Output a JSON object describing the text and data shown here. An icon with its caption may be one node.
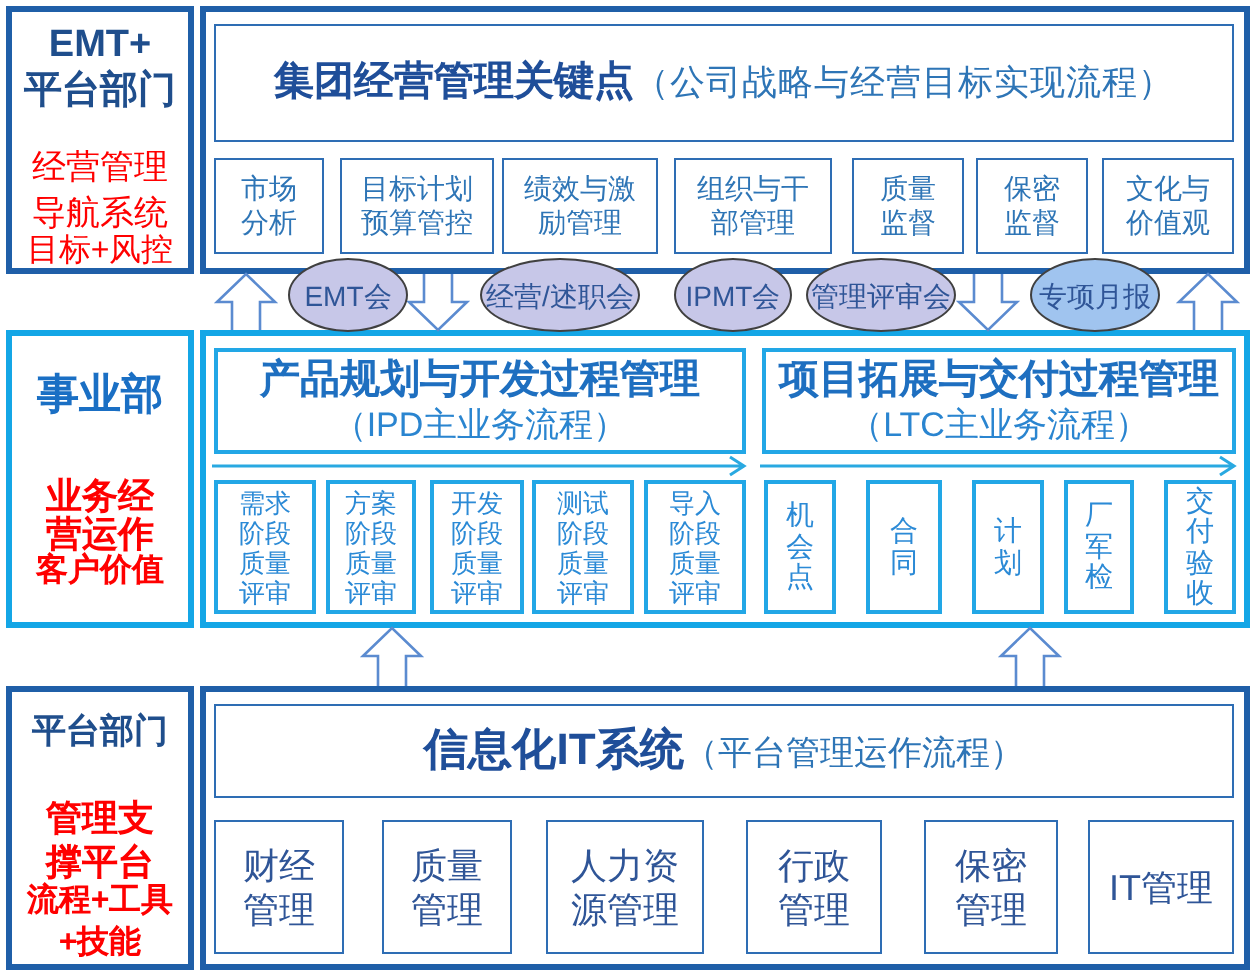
{
  "diagram": {
    "nodes": [
      {
        "text": [
          "EMT+ 平台部门",
          "经营管理导航系统",
          "目标+风控"
        ]
      },
      {
        "text": [],
        "shape": "box"
      },
      {
        "text": [
          "集团经营管理关键点",
          "（公司战略与经营目标实现流程）"
        ],
        "in": 1
      },
      {
        "text": [
          "市场分析"
        ],
        "in": 1
      },
      {
        "text": [
          "目标计划预算管控"
        ],
        "in": 1
      },
      {
        "text": [
          "绩效与激励管理"
        ],
        "in": 1
      },
      {
        "text": [
          "组织与干部管理"
        ],
        "in": 1
      },
      {
        "text": [
          "质量监督"
        ],
        "in": 1
      },
      {
        "text": [
          "保密监督"
        ],
        "in": 1
      },
      {
        "text": [
          "文化与价值观"
        ],
        "in": 1
      },
      {
        "text": [
          "EMT会"
        ]
      },
      {
        "text": [
          "经营/述职会"
        ]
      },
      {
        "text": [
          "IPMT会"
        ]
      },
      {
        "text": [
          "管理评审会"
        ]
      },
      {
        "text": [
          "专项月报"
        ]
      },
      {
        "text": [
          "事业部",
          "业务经营运作",
          "客户价值"
        ]
      },
      {
        "text": [],
        "shape": "box"
      },
      {
        "text": [
          "产品规划与开发过程管理",
          "（IPD主业务流程）"
        ],
        "in": 16
      },
      {
        "text": [
          "项目拓展与交付过程管理",
          "（LTC主业务流程）"
        ],
        "in": 16
      },
      {
        "text": [
          "需求阶段质量评审"
        ],
        "in": 16
      },
      {
        "text": [
          "方案阶段质量评审"
        ],
        "in": 16
      },
      {
        "text": [
          "开发阶段质量评审"
        ],
        "in": 16
      },
      {
        "text": [
          "测试阶段质量评审"
        ],
        "in": 16
      },
      {
        "text": [
          "导入阶段质量评审"
        ],
        "in": 16
      },
      {
        "text": [
          "机会点"
        ],
        "in": 16
      },
      {
        "text": [
          "合同"
        ],
        "in": 16
      },
      {
        "text": [
          "计划"
        ],
        "in": 16
      },
      {
        "text": [
          "厂军检"
        ],
        "in": 16
      },
      {
        "text": [
          "交付验收"
        ],
        "in": 16
      },
      {
        "text": [
          "平台部门",
          "管理支撑平台",
          "流程+工具+技能"
        ]
      },
      {
        "text": [],
        "shape": "box"
      },
      {
        "text": [
          "信息化IT系统",
          "（平台管理运作流程）"
        ],
        "in": 30
      },
      {
        "text": [
          "财经管理"
        ],
        "in": 30
      },
      {
        "text": [
          "质量管理"
        ],
        "in": 30
      },
      {
        "text": [
          "人力资源管理"
        ],
        "in": 30
      },
      {
        "text": [
          "行政管理"
        ],
        "in": 30
      },
      {
        "text": [
          "保密管理"
        ],
        "in": 30
      },
      {
        "text": [
          "IT管理"
        ],
        "in": 30
      }
    ],
    "edges": [
      {
        "from": 16,
        "to": 1,
        "arrow": "to"
      },
      {
        "from": 1,
        "to": 16,
        "arrow": "to"
      },
      {
        "from": 1,
        "to": 16,
        "arrow": "to"
      },
      {
        "from": 16,
        "to": 1,
        "arrow": "to"
      },
      {
        "from": 30,
        "to": 16,
        "arrow": "to"
      },
      {
        "from": 30,
        "to": 16,
        "arrow": "to"
      }
    ]
  }
}
